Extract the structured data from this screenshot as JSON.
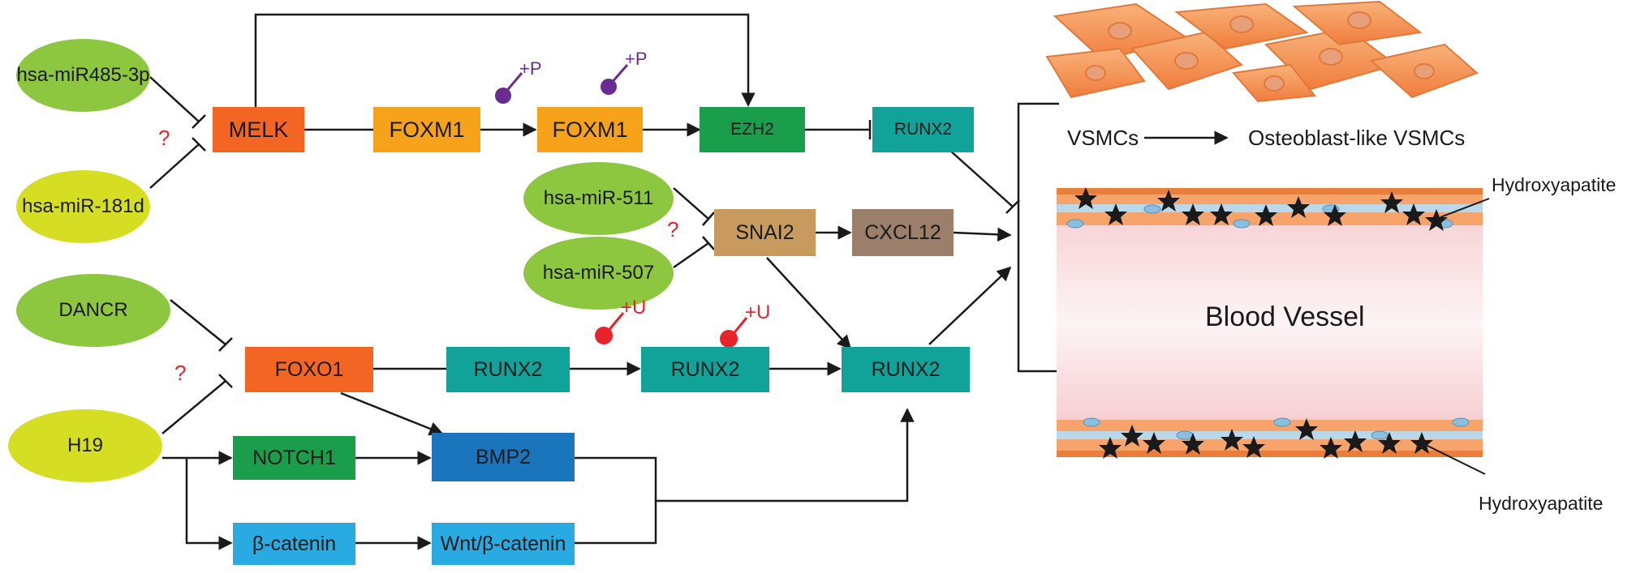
{
  "colors": {
    "orange_red": "#f26522",
    "orange": "#f7a21b",
    "green": "#1a9e4b",
    "teal": "#11a39a",
    "tan": "#c79a5e",
    "brown": "#9c7f6b",
    "blue": "#1a75bc",
    "light_blue": "#29abe2",
    "olive": "#8dc63f",
    "yellow": "#d6de23",
    "phospho": "#6a2c91",
    "ubiq": "#e8232a",
    "question": "#e8232a"
  },
  "nodes": {
    "melk": "MELK",
    "foxm1_a": "FOXM1",
    "foxm1_b": "FOXM1",
    "ezh2": "EZH2",
    "runx2_top": "RUNX2",
    "snai2": "SNAI2",
    "cxcl12": "CXCL12",
    "foxo1": "FOXO1",
    "runx2_a": "RUNX2",
    "runx2_b": "RUNX2",
    "runx2_c": "RUNX2",
    "notch1": "NOTCH1",
    "bmp2": "BMP2",
    "beta_catenin": "β-catenin",
    "wnt_beta_catenin": "Wnt/β-catenin"
  },
  "regulators": {
    "mir485": "hsa-miR485-3p",
    "mir181d": "hsa-miR-181d",
    "mir511": "hsa-miR-511",
    "mir507": "hsa-miR-507",
    "dancr": "DANCR",
    "h19": "H19"
  },
  "modifications": {
    "phospho_1": "+P",
    "phospho_2": "+P",
    "ubiq_1": "+U",
    "ubiq_2": "+U"
  },
  "question_marks": {
    "q1": "?",
    "q2": "?",
    "q3": "?"
  },
  "outcome": {
    "vsmcs": "VSMCs",
    "osteoblast_like": "Osteoblast-like VSMCs",
    "blood_vessel": "Blood Vessel",
    "hydroxyapatite_top": "Hydroxyapatite",
    "hydroxyapatite_bottom": "Hydroxyapatite"
  }
}
